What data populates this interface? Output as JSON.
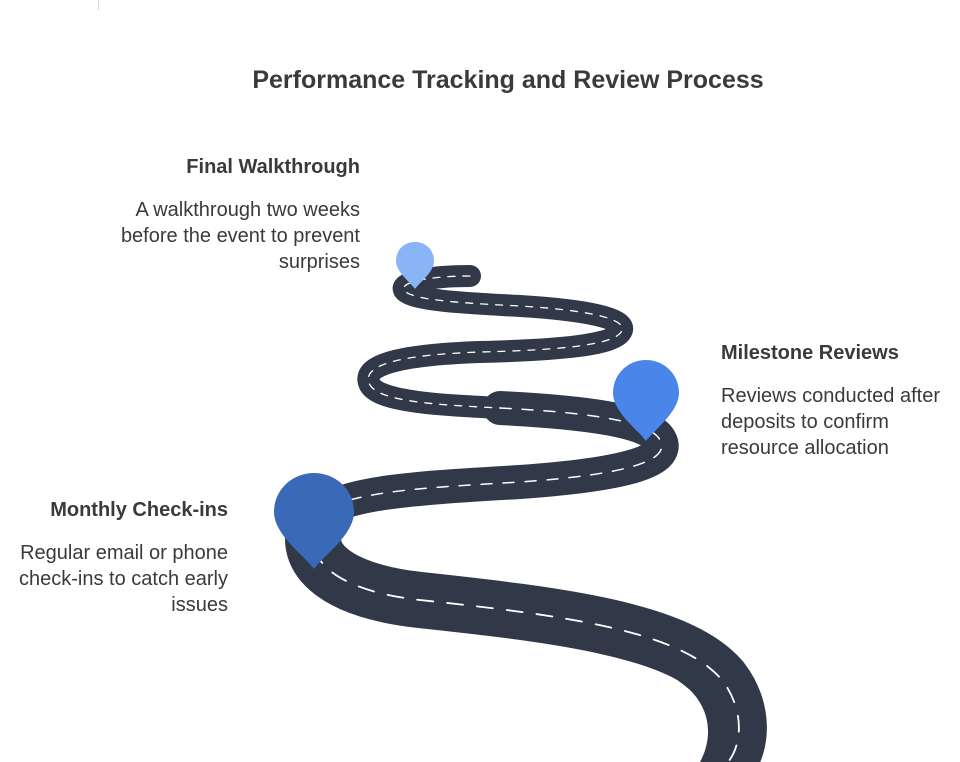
{
  "title": "Performance Tracking and Review Process",
  "colors": {
    "road": "#313948",
    "lane_marking": "#ffffff",
    "pin_final": "#8ab4f8",
    "pin_milestone": "#4a86ea",
    "pin_monthly": "#3a69b8",
    "text": "#3a3a3a"
  },
  "steps": [
    {
      "id": "final",
      "heading": "Final Walkthrough",
      "description": "A walkthrough two weeks before the event to prevent surprises",
      "icon": "map-pin-icon"
    },
    {
      "id": "milestone",
      "heading": "Milestone Reviews",
      "description": "Reviews conducted after deposits to confirm resource allocation",
      "icon": "map-pin-icon"
    },
    {
      "id": "monthly",
      "heading": "Monthly Check-ins",
      "description": "Regular email or phone check-ins to catch early issues",
      "icon": "map-pin-icon"
    }
  ]
}
